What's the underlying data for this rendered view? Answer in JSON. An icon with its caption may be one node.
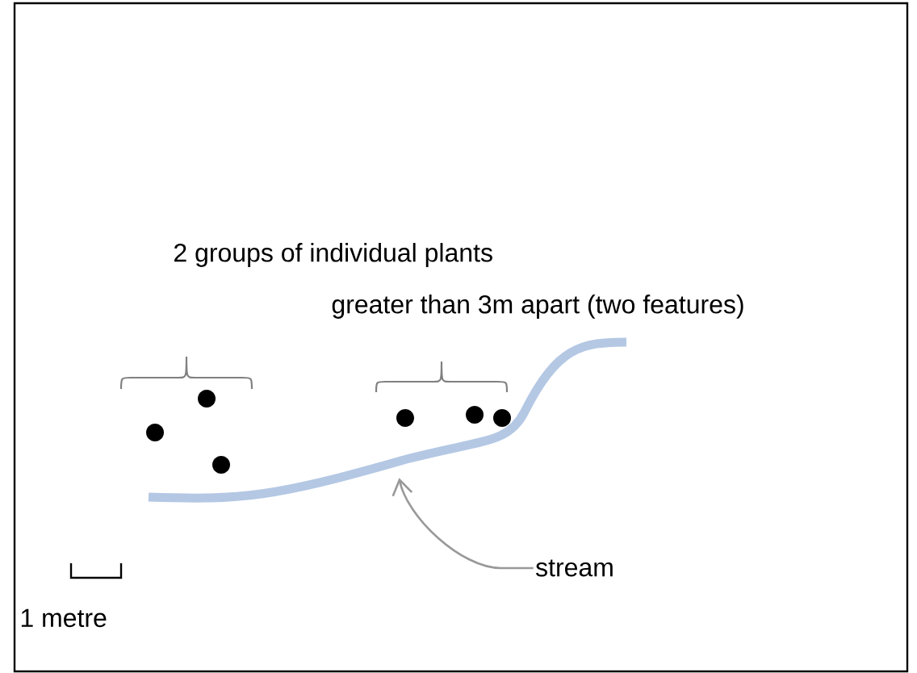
{
  "diagram": {
    "nodes": [
      {
        "text": [
          "stream"
        ]
      },
      {
        "text": [],
        "shape": "line"
      }
    ],
    "edges": [
      {
        "from": 0,
        "to": 1,
        "arrow": "to"
      }
    ],
    "labels": [
      "2 groups of individual plants",
      "greater than 3m apart (two features)",
      "1 metre"
    ]
  }
}
